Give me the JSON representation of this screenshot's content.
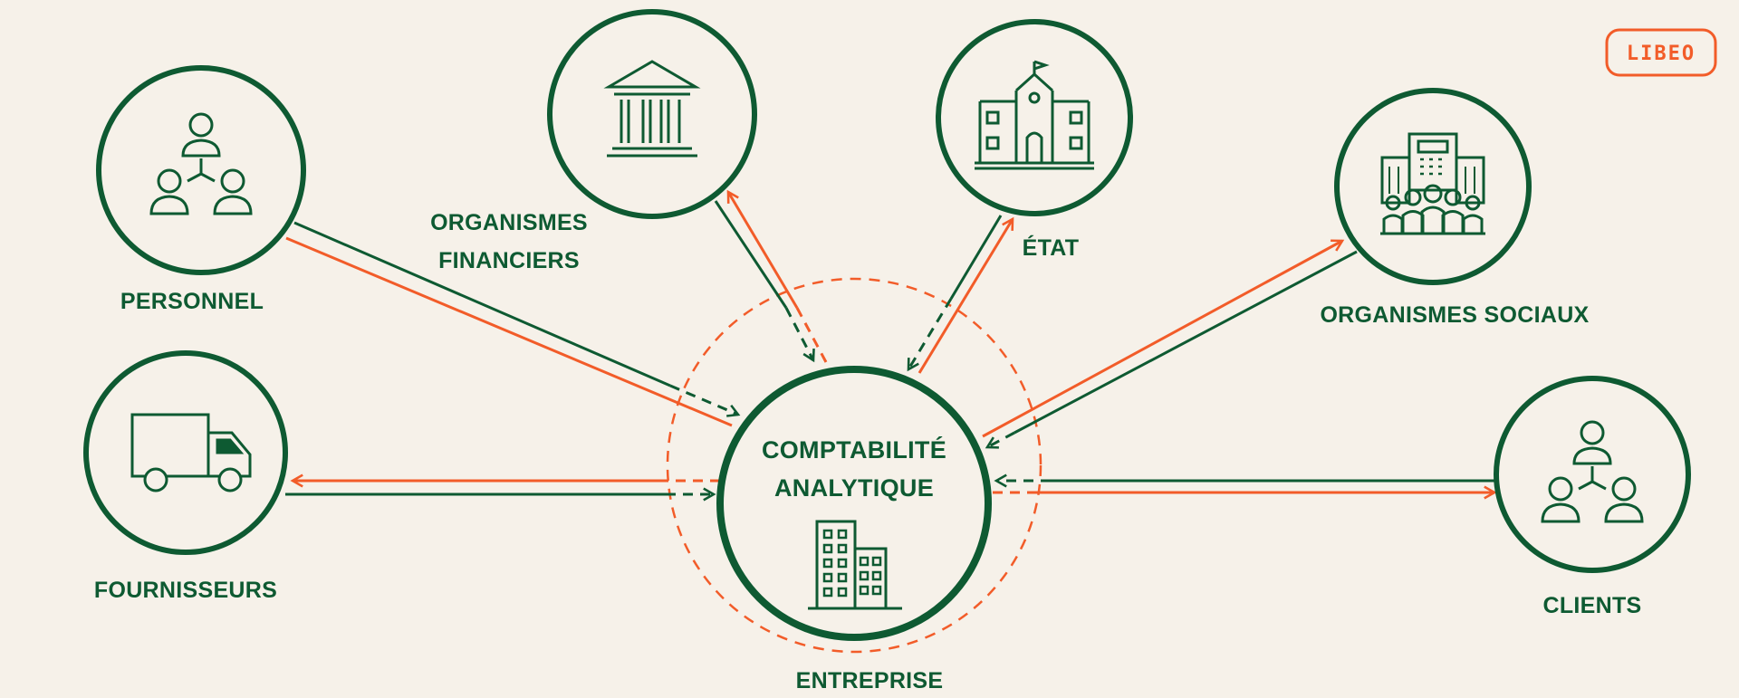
{
  "brand": {
    "logo_text": "LIBEO"
  },
  "colors": {
    "green": "#0e5a32",
    "orange": "#f25c29",
    "background": "#f6f1e9"
  },
  "center": {
    "title_line1": "COMPTABILITÉ",
    "title_line2": "ANALYTIQUE",
    "caption": "ENTREPRISE",
    "icon": "office-buildings-icon"
  },
  "nodes": {
    "personnel": {
      "label": "PERSONNEL",
      "icon": "people-network-icon"
    },
    "organismes_financiers": {
      "label_line1": "ORGANISMES",
      "label_line2": "FINANCIERS",
      "icon": "bank-icon"
    },
    "etat": {
      "label": "ÉTAT",
      "icon": "government-building-icon"
    },
    "organismes_sociaux": {
      "label": "ORGANISMES SOCIAUX",
      "icon": "office-people-icon"
    },
    "fournisseurs": {
      "label": "FOURNISSEURS",
      "icon": "delivery-truck-icon"
    },
    "clients": {
      "label": "CLIENTS",
      "icon": "people-network-icon"
    }
  }
}
